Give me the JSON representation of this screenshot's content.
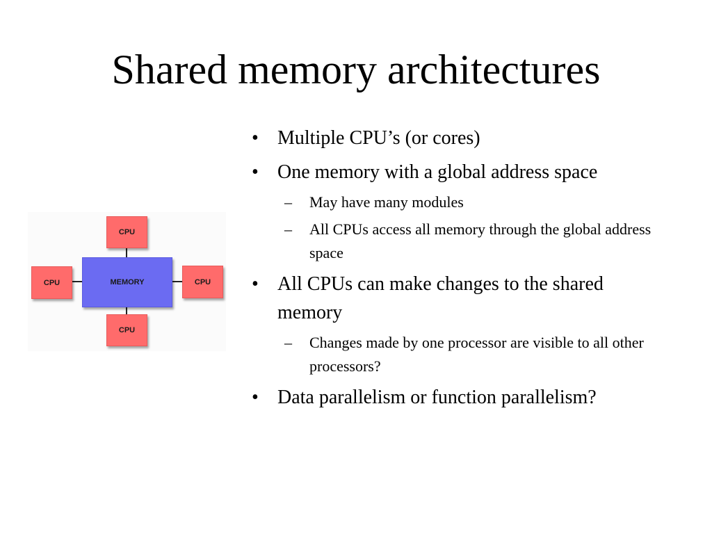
{
  "slide": {
    "title": "Shared memory architectures"
  },
  "diagram": {
    "memory_label": "MEMORY",
    "cpu_top_label": "CPU",
    "cpu_left_label": "CPU",
    "cpu_right_label": "CPU",
    "cpu_bottom_label": "CPU",
    "colors": {
      "cpu": "#ff6b6b",
      "memory": "#6b6bf2",
      "connector": "#222222"
    }
  },
  "bullets": {
    "bullet_mark": "•",
    "dash_mark": "–",
    "b1": "Multiple CPU’s (or cores)",
    "b2": "One memory with a global address space",
    "b2_s1": "May have many modules",
    "b2_s2": "All CPUs access all memory through the global address space",
    "b3": "All CPUs can make changes to the shared memory",
    "b3_s1": "Changes made by one processor are visible to all other processors?",
    "b4": "Data parallelism or function parallelism?"
  }
}
